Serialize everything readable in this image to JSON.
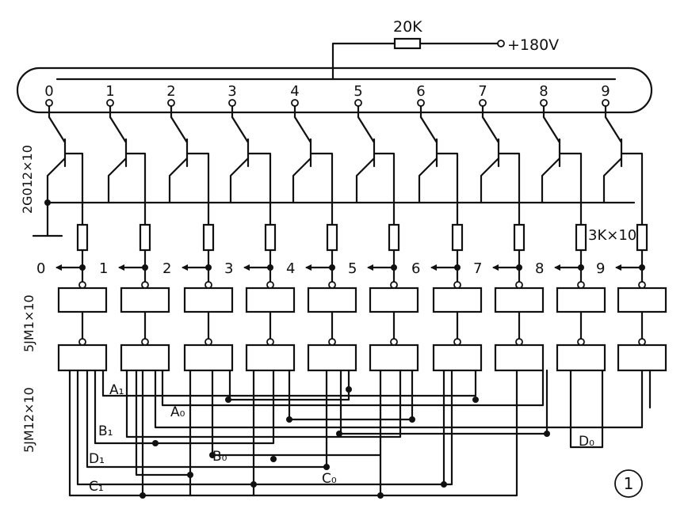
{
  "labels": {
    "resistor_top": "20K",
    "supply": "+180V",
    "transistor": "2G012×10",
    "resistor_bank": "3K×10",
    "gate_row1": "5JM1×10",
    "gate_row2": "5JM12×10",
    "figure_number": "1"
  },
  "tube_digits": [
    "0",
    "1",
    "2",
    "3",
    "4",
    "5",
    "6",
    "7",
    "8",
    "9"
  ],
  "output_digits": [
    "0",
    "1",
    "2",
    "3",
    "4",
    "5",
    "6",
    "7",
    "8",
    "9"
  ],
  "bus_labels": [
    {
      "id": "A1",
      "text": "A₁"
    },
    {
      "id": "A0",
      "text": "A₀"
    },
    {
      "id": "B1",
      "text": "B₁"
    },
    {
      "id": "B0",
      "text": "B₀"
    },
    {
      "id": "D1",
      "text": "D₁"
    },
    {
      "id": "C1",
      "text": "C₁"
    },
    {
      "id": "C0",
      "text": "C₀"
    },
    {
      "id": "D0",
      "text": "D₀"
    }
  ]
}
